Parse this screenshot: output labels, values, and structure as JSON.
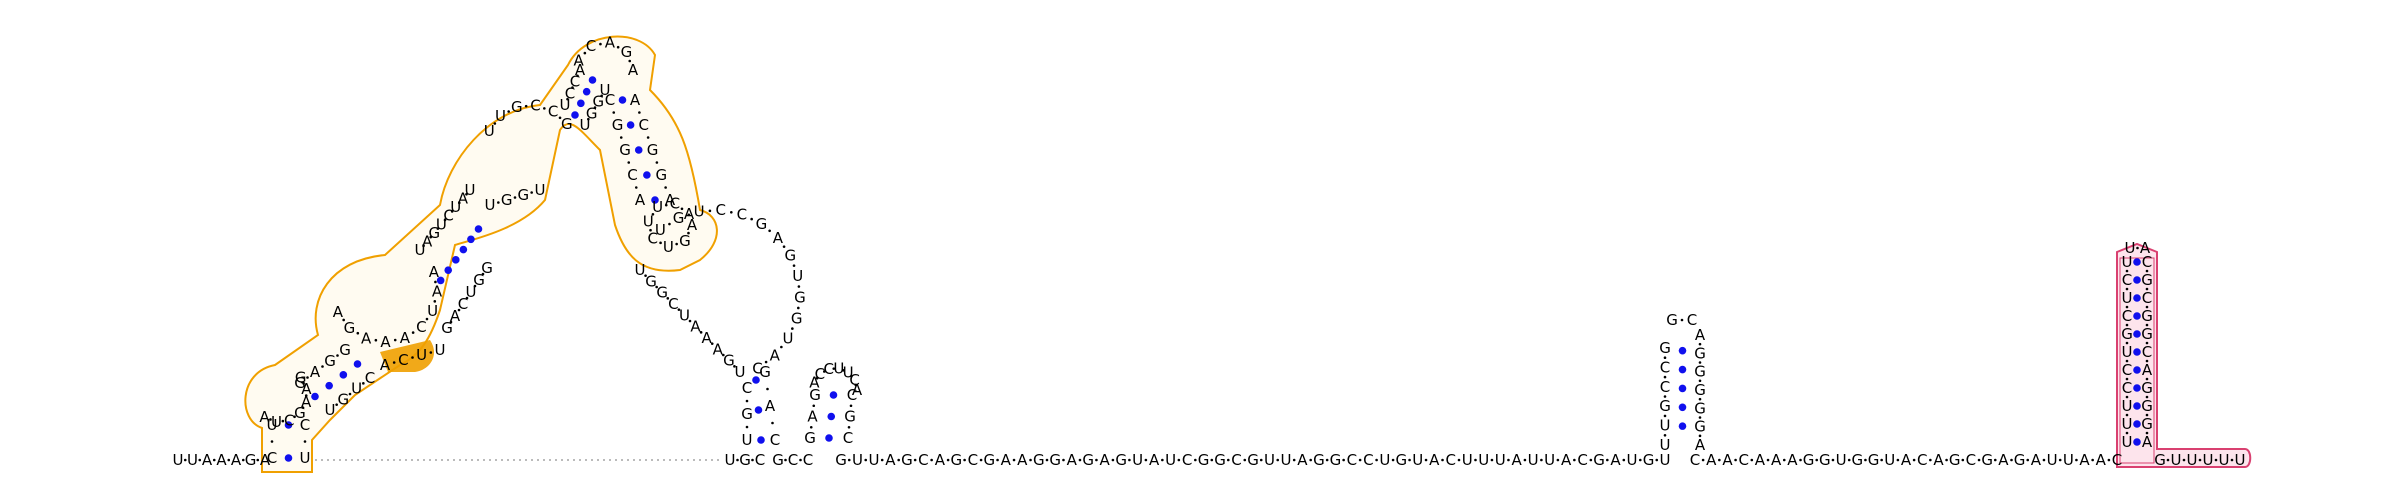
{
  "diagram": {
    "type": "rna-secondary-structure",
    "colors": {
      "backbone_text": "#000000",
      "base_pair_dot": "#1010ee",
      "highlight_orange": "#f0a000",
      "highlight_orange_fill": "#fff3d6",
      "highlight_pink": "#d94070",
      "highlight_pink_fill": "#fde4ec"
    },
    "strand_5p": "UUAAAGA",
    "strand_mid_a": "UGC",
    "strand_mid_b": "GCC",
    "strand_long": "GUUAGCAGCGAAGGAGAGUAUCGGCGUUAGGCCUGUACUUUAUUACGAUGU",
    "strand_after_hairpin": "CAACAAAGGUGGUACAGCGAGAUUAAC",
    "strand_3p_tail": "GUUUUU",
    "orange_domain": {
      "stem1_left": "CUAAGAAAGG",
      "stem1_right": "UGUCAUC",
      "loop_top": "ACUAAG",
      "helix2_left": "UAGUCUAU",
      "helix2_right": "GACUGG",
      "loop3": "UUGCCG",
      "stem4_left": "UCCA",
      "stem4_right": "UGGU",
      "apex_loop": "ACAGA",
      "arm_left": "CGGCA",
      "arm_right": "ACGGA",
      "terminal_loop": "AGUCUUCA"
    },
    "black_loop": {
      "sequence": "UGUCCGAGUGGUAC",
      "left_side": "UGGCUAAAGU",
      "bottom_stem_left": "CGU",
      "bottom_stem_right": "GAC"
    },
    "small_hairpin": {
      "left": "GAG",
      "loop": "ACCUUCA",
      "right": "CGC"
    },
    "mid_hairpin": {
      "left": "UUGCCG",
      "loop": "GC",
      "right": "AGGGGGA"
    },
    "pink_hairpin": {
      "left": "UUUCCUGCUCU",
      "loop": "UA",
      "right": "AGGGACGGCGC"
    }
  }
}
